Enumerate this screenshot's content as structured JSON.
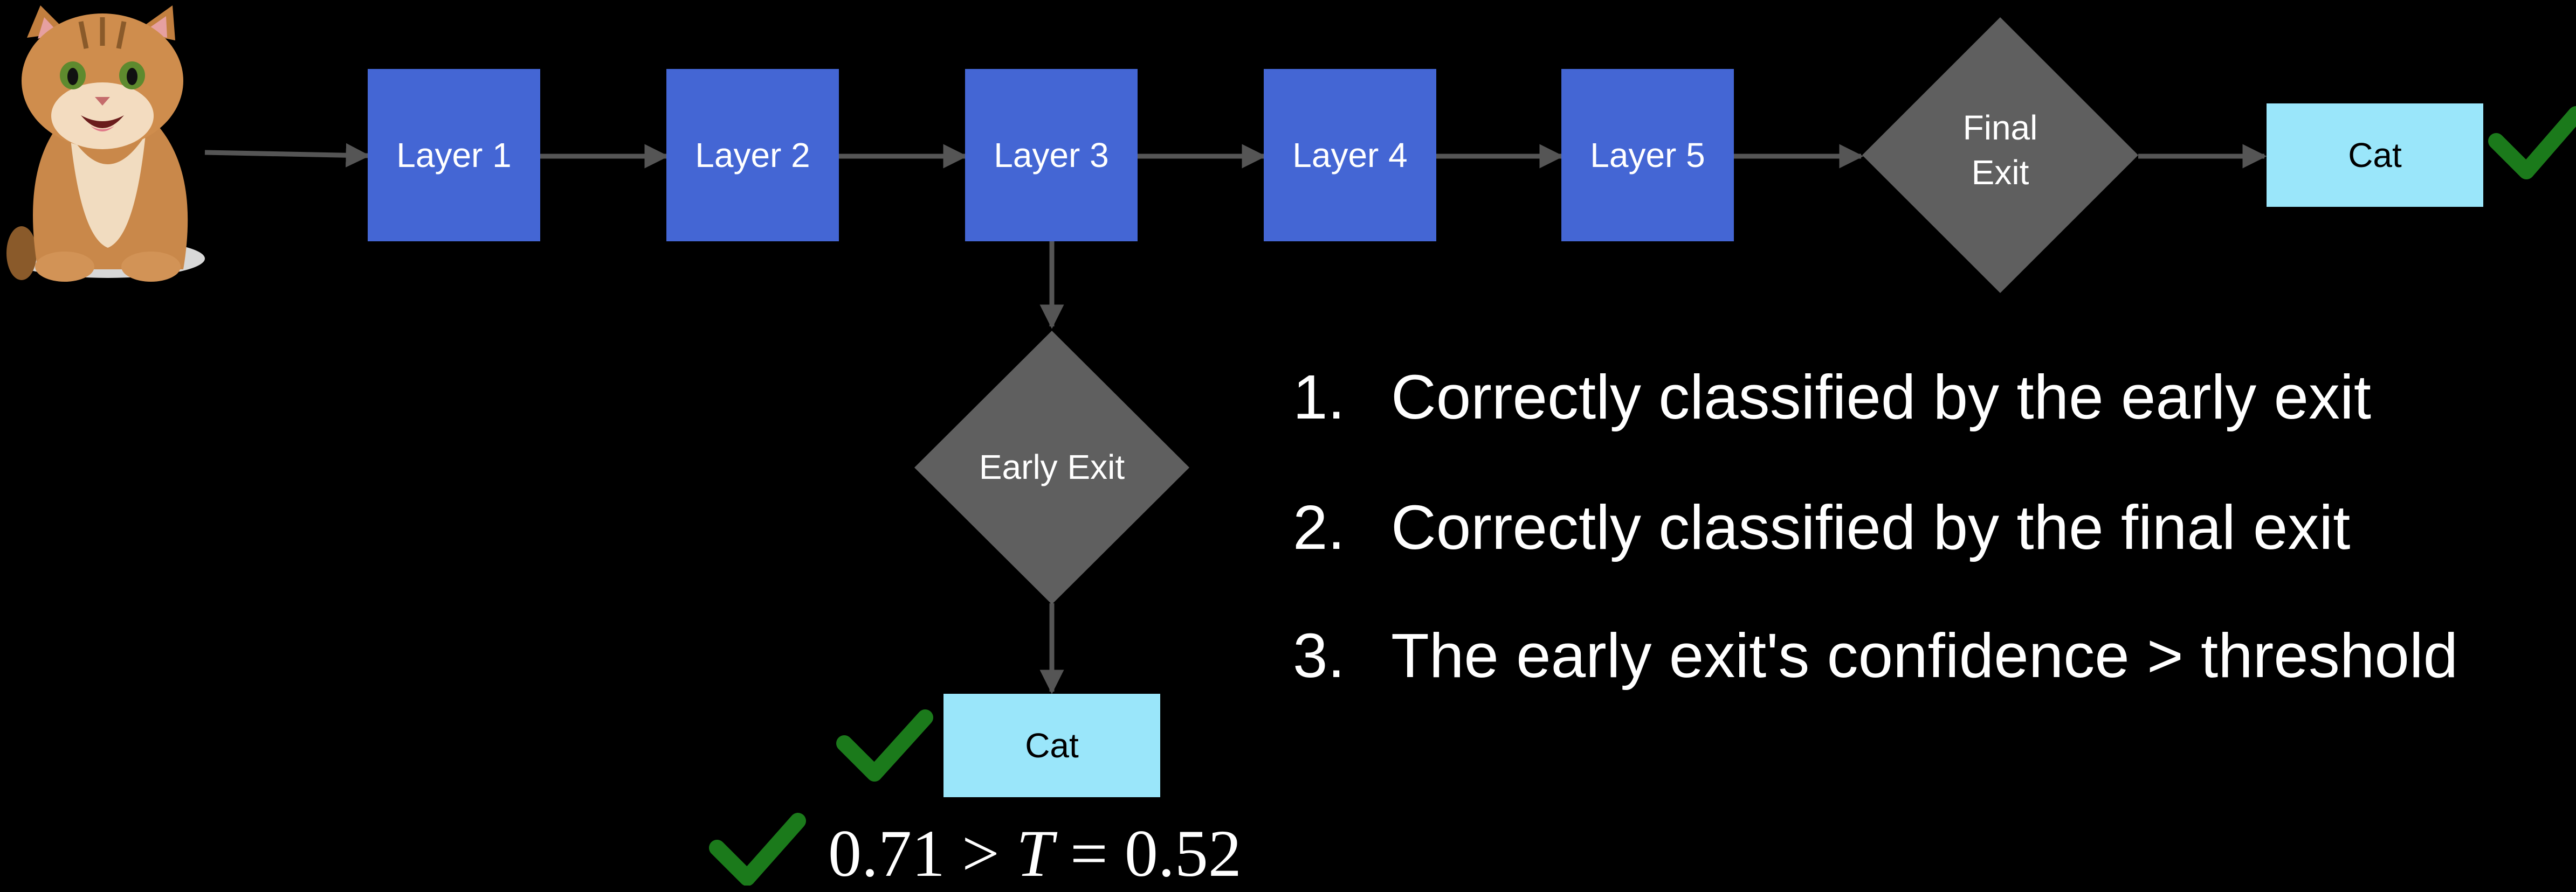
{
  "layers": [
    {
      "label": "Layer 1"
    },
    {
      "label": "Layer 2"
    },
    {
      "label": "Layer 3"
    },
    {
      "label": "Layer 4"
    },
    {
      "label": "Layer 5"
    }
  ],
  "final_exit": {
    "line1": "Final",
    "line2": "Exit"
  },
  "early_exit": {
    "label": "Early Exit"
  },
  "outputs": {
    "final_label": "Cat",
    "early_label": "Cat"
  },
  "conditions": [
    {
      "num": "1.",
      "text": "Correctly classified by the early exit"
    },
    {
      "num": "2.",
      "text": "Correctly classified by the final exit"
    },
    {
      "num": "3.",
      "text": "The early exit's confidence > threshold"
    }
  ],
  "confidence": {
    "value": "0.71",
    "gt": ">",
    "var": "T",
    "eq": "=",
    "threshold": "0.52"
  },
  "colors": {
    "layer": "#4466d4",
    "exit": "#5f5f5f",
    "output": "#9ae6fa",
    "arrow": "#555555",
    "check": "#1b7a1b"
  },
  "icons": {
    "input": "cat-image",
    "check": "checkmark-icon"
  }
}
